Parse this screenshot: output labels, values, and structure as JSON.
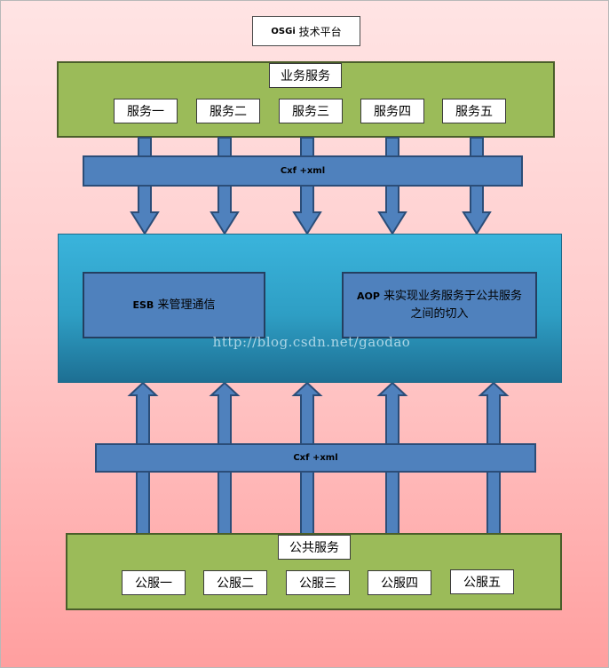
{
  "platform": {
    "title_latin": "OSGi",
    "title_cn": "技术平台"
  },
  "business": {
    "title": "业务服务",
    "items": [
      "服务一",
      "服务二",
      "服务三",
      "服务四",
      "服务五"
    ]
  },
  "top_band": {
    "label": "Cxf +xml"
  },
  "bottom_band": {
    "label": "Cxf +xml"
  },
  "esb_box": {
    "latin": "ESB",
    "text": "来管理通信"
  },
  "aop_box": {
    "latin": "AOP",
    "text": "来实现业务服务于公共服务之间的切入"
  },
  "watermark": "http://blog.csdn.net/gaodao",
  "public": {
    "title": "公共服务",
    "items": [
      "公服一",
      "公服二",
      "公服三",
      "公服四",
      "公服五"
    ]
  },
  "colors": {
    "background_top": "#ffe4e4",
    "background_bottom": "#ff9f9f",
    "green_panel": "#9bbb59",
    "blue_arrow": "#4f81bd",
    "esb_panel": "#31a8d4"
  }
}
